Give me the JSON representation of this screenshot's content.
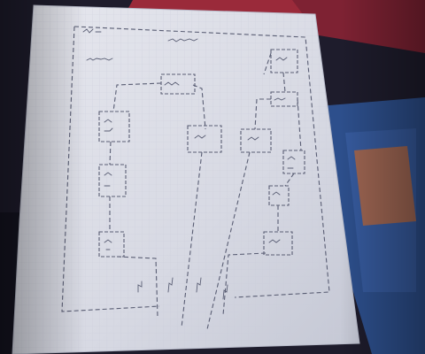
{
  "photo": {
    "subject": "",
    "colors": {
      "backdrop": "#1e1c2c",
      "paper": "#dcdde6",
      "paper_shadow": "#b9bccb",
      "grid": "#c9ccd9",
      "ink": "#5a5e74",
      "red_folder": "#9a2a3a",
      "blue_book": "#2d4f8c",
      "orange_card": "#c06a3a"
    }
  },
  "notes": {
    "top_left": "",
    "top_center": "",
    "sub_left": ""
  },
  "blocks": [
    {
      "id": "b1",
      "label": ""
    },
    {
      "id": "b2",
      "label": ""
    },
    {
      "id": "b3",
      "label": ""
    },
    {
      "id": "b4",
      "label": ""
    },
    {
      "id": "b5",
      "label": ""
    },
    {
      "id": "b6",
      "label": ""
    },
    {
      "id": "b7",
      "label": ""
    },
    {
      "id": "b8",
      "label": ""
    },
    {
      "id": "b9",
      "label": ""
    },
    {
      "id": "b10",
      "label": ""
    },
    {
      "id": "b11",
      "label": ""
    }
  ],
  "wire_labels": []
}
